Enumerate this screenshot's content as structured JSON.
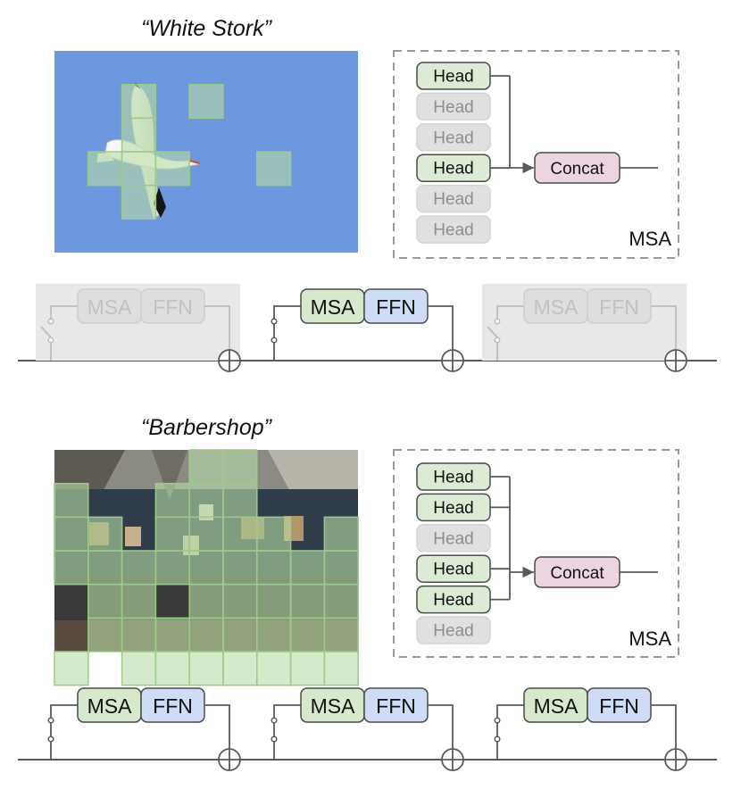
{
  "colors": {
    "head_active_fill": "#dcebd3",
    "head_active_stroke": "#4b4b4b",
    "head_inactive_fill": "#e0e0e0",
    "head_inactive_stroke": "#d4d4d4",
    "head_inactive_text": "#8e8e8e",
    "concat_fill": "#ecd5e0",
    "msa_fill": "#d7e9cc",
    "ffn_fill": "#cfdcf6",
    "patch_fill": "#b8dca6",
    "patch_stroke": "#9ccb87",
    "sky": "#6d97de",
    "line": "#5a5a5a",
    "skip_bg": "#e8e8e8"
  },
  "panels": [
    {
      "title": "“White Stork”",
      "image_subject": "white stork in flight against blue sky",
      "image_kind": "stork",
      "patches": [
        {
          "col": 2,
          "row": 1
        },
        {
          "col": 4,
          "row": 1
        },
        {
          "col": 2,
          "row": 2
        },
        {
          "col": 1,
          "row": 3
        },
        {
          "col": 2,
          "row": 3
        },
        {
          "col": 3,
          "row": 3
        },
        {
          "col": 6,
          "row": 3
        },
        {
          "col": 2,
          "row": 4
        }
      ],
      "msa": {
        "heads": [
          {
            "label": "Head",
            "active": true
          },
          {
            "label": "Head",
            "active": false
          },
          {
            "label": "Head",
            "active": false
          },
          {
            "label": "Head",
            "active": true
          },
          {
            "label": "Head",
            "active": false
          },
          {
            "label": "Head",
            "active": false
          }
        ],
        "concat_label": "Concat",
        "box_label": "MSA"
      },
      "blocks": [
        {
          "msa_label": "MSA",
          "ffn_label": "FFN",
          "active": false
        },
        {
          "msa_label": "MSA",
          "ffn_label": "FFN",
          "active": true
        },
        {
          "msa_label": "MSA",
          "ffn_label": "FFN",
          "active": false
        }
      ]
    },
    {
      "title": "“Barbershop”",
      "image_subject": "barbershop interior",
      "image_kind": "barbershop",
      "patches": [
        {
          "col": 4,
          "row": 0
        },
        {
          "col": 5,
          "row": 0
        },
        {
          "col": 0,
          "row": 1
        },
        {
          "col": 3,
          "row": 1
        },
        {
          "col": 4,
          "row": 1
        },
        {
          "col": 5,
          "row": 1
        },
        {
          "col": 0,
          "row": 2
        },
        {
          "col": 1,
          "row": 2
        },
        {
          "col": 3,
          "row": 2
        },
        {
          "col": 4,
          "row": 2
        },
        {
          "col": 5,
          "row": 2
        },
        {
          "col": 6,
          "row": 2
        },
        {
          "col": 8,
          "row": 2
        },
        {
          "col": 0,
          "row": 3
        },
        {
          "col": 1,
          "row": 3
        },
        {
          "col": 2,
          "row": 3
        },
        {
          "col": 3,
          "row": 3
        },
        {
          "col": 4,
          "row": 3
        },
        {
          "col": 5,
          "row": 3
        },
        {
          "col": 6,
          "row": 3
        },
        {
          "col": 7,
          "row": 3
        },
        {
          "col": 8,
          "row": 3
        },
        {
          "col": 1,
          "row": 4
        },
        {
          "col": 2,
          "row": 4
        },
        {
          "col": 4,
          "row": 4
        },
        {
          "col": 5,
          "row": 4
        },
        {
          "col": 6,
          "row": 4
        },
        {
          "col": 7,
          "row": 4
        },
        {
          "col": 8,
          "row": 4
        },
        {
          "col": 1,
          "row": 5
        },
        {
          "col": 2,
          "row": 5
        },
        {
          "col": 3,
          "row": 5
        },
        {
          "col": 4,
          "row": 5
        },
        {
          "col": 5,
          "row": 5
        },
        {
          "col": 6,
          "row": 5
        },
        {
          "col": 7,
          "row": 5
        },
        {
          "col": 8,
          "row": 5
        },
        {
          "col": 0,
          "row": 6
        },
        {
          "col": 2,
          "row": 6
        },
        {
          "col": 3,
          "row": 6
        },
        {
          "col": 4,
          "row": 6
        },
        {
          "col": 5,
          "row": 6
        },
        {
          "col": 6,
          "row": 6
        },
        {
          "col": 7,
          "row": 6
        },
        {
          "col": 8,
          "row": 6
        }
      ],
      "msa": {
        "heads": [
          {
            "label": "Head",
            "active": true
          },
          {
            "label": "Head",
            "active": true
          },
          {
            "label": "Head",
            "active": false
          },
          {
            "label": "Head",
            "active": true
          },
          {
            "label": "Head",
            "active": true
          },
          {
            "label": "Head",
            "active": false
          }
        ],
        "concat_label": "Concat",
        "box_label": "MSA"
      },
      "blocks": [
        {
          "msa_label": "MSA",
          "ffn_label": "FFN",
          "active": true
        },
        {
          "msa_label": "MSA",
          "ffn_label": "FFN",
          "active": true
        },
        {
          "msa_label": "MSA",
          "ffn_label": "FFN",
          "active": true
        }
      ]
    }
  ]
}
